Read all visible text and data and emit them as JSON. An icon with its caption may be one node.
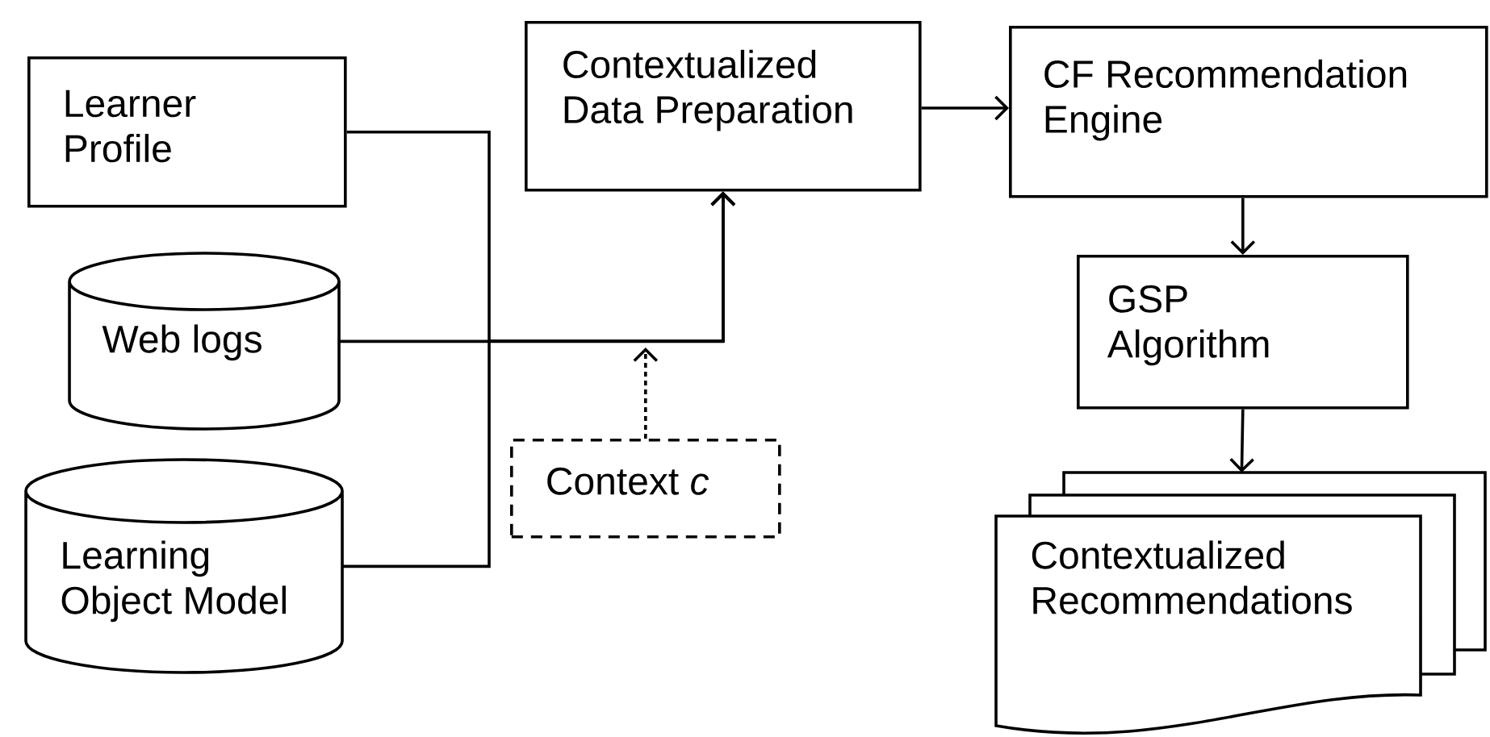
{
  "diagram": {
    "nodes": [
      {
        "text": [
          "Learner Profile"
        ]
      },
      {
        "text": [
          "Web logs"
        ]
      },
      {
        "text": [
          "Learning Object Model"
        ]
      },
      {
        "text": [
          "Context *c*"
        ]
      },
      {
        "text": [
          "Contextualized Data Preparation"
        ]
      },
      {
        "text": [
          "CF Recommendation Engine"
        ]
      },
      {
        "text": [
          "GSP Algorithm"
        ]
      },
      {
        "text": [
          "Contextualized Recommendations"
        ]
      }
    ],
    "edges": [
      {
        "from": 0,
        "to": 4,
        "arrow": "to"
      },
      {
        "from": 1,
        "to": 4,
        "arrow": "to"
      },
      {
        "from": 2,
        "to": 4,
        "arrow": "to"
      },
      {
        "from": 3,
        "to": null,
        "arrow": "to",
        "style": "dashed"
      },
      {
        "from": 4,
        "to": 5,
        "arrow": "to"
      },
      {
        "from": 5,
        "to": 6,
        "arrow": "to"
      },
      {
        "from": 6,
        "to": 7,
        "arrow": "to"
      }
    ]
  }
}
